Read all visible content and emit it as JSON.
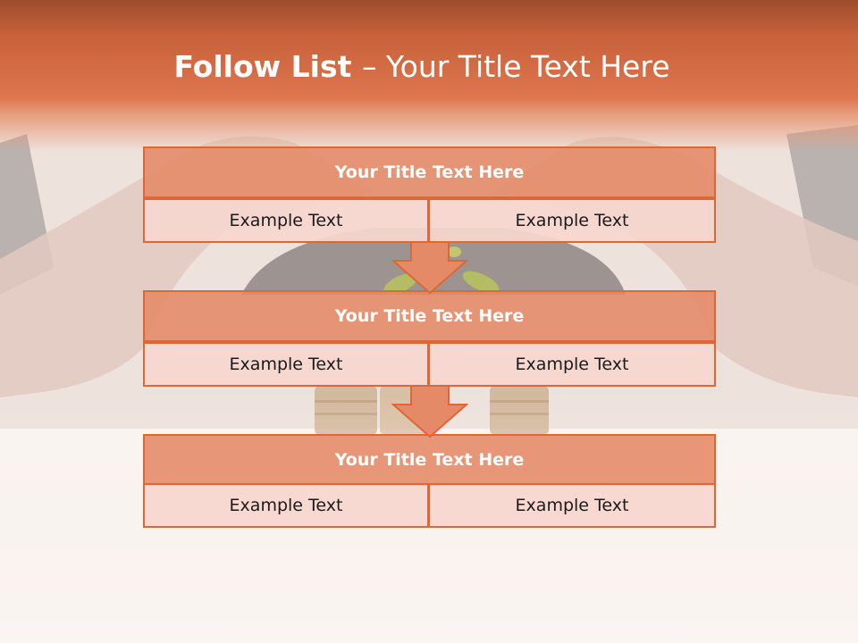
{
  "slide": {
    "title_bold": "Follow List ",
    "title_rest": " – Your Title Text Here"
  },
  "blocks": [
    {
      "title": "Your Title Text Here",
      "left": "Example Text",
      "right": "Example Text"
    },
    {
      "title": "Your Title Text Here",
      "left": "Example Text",
      "right": "Example Text"
    },
    {
      "title": "Your Title Text Here",
      "left": "Example Text",
      "right": "Example Text"
    }
  ],
  "colors": {
    "accent": "#dc6838",
    "title_fill": "#e48a66",
    "cell_fill": "#f6d7cf",
    "header": "#d8714a"
  },
  "icons": [
    "down-arrow-icon",
    "down-arrow-icon"
  ]
}
